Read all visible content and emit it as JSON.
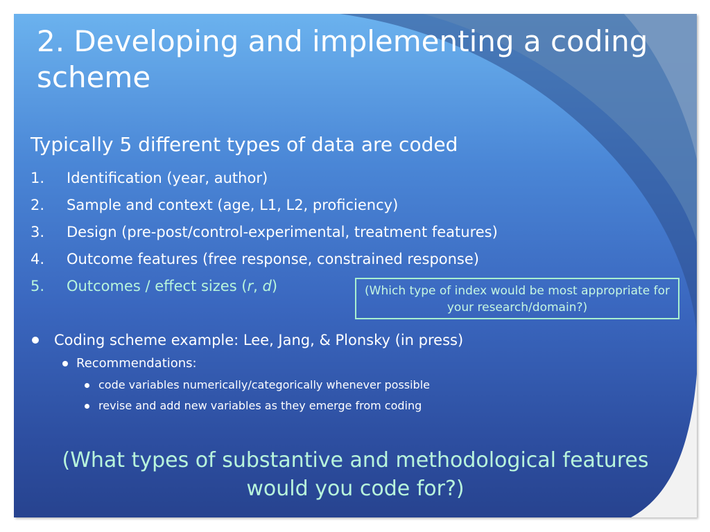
{
  "slide": {
    "title": "2. Developing and implementing a coding scheme",
    "intro": "Typically 5 different types of data are coded",
    "numbered_items": [
      {
        "number": "1.",
        "text": "Identification (year, author)"
      },
      {
        "number": "2.",
        "text": "Sample and context (age, L1, L2, proficiency)"
      },
      {
        "number": "3.",
        "text": "Design (pre-post/control-experimental, treatment features)"
      },
      {
        "number": "4.",
        "text": "Outcome features (free response, constrained response)"
      },
      {
        "number": "5.",
        "text_before": "Outcomes / effect sizes (",
        "italic_1": "r",
        "separator": ", ",
        "italic_2": "d",
        "text_after": ")"
      }
    ],
    "callout": "(Which type of index would be most appropriate for your research/domain?)",
    "bullets": {
      "level1": "Coding scheme example: Lee, Jang, & Plonsky (in press)",
      "level2": "Recommendations:",
      "level3": [
        "code variables numerically/categorically whenever possible",
        "revise and add new variables as they emerge from coding"
      ]
    },
    "question": "(What types of substantive and methodological features would you code for?)"
  },
  "colors": {
    "background_top": "#6bb2ee",
    "background_bottom": "#27438f",
    "text": "#ffffff",
    "accent_text": "#b8f5dc",
    "callout_border": "#a9f0d0"
  }
}
